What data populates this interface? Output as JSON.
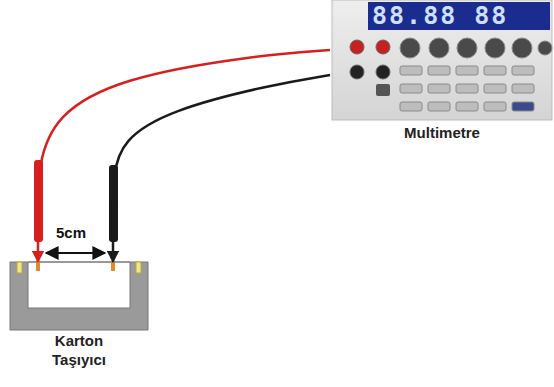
{
  "diagram": {
    "nodes": [
      {
        "text": [
          "Multimetre"
        ]
      },
      {
        "text": [
          "Karton Taşıyıcı"
        ]
      }
    ],
    "edges": [
      {
        "from": 0,
        "to": 1,
        "arrow": "to"
      },
      {
        "from": 0,
        "to": 1,
        "arrow": "to"
      }
    ],
    "labels": [
      "88.88 88",
      "5cm"
    ]
  }
}
